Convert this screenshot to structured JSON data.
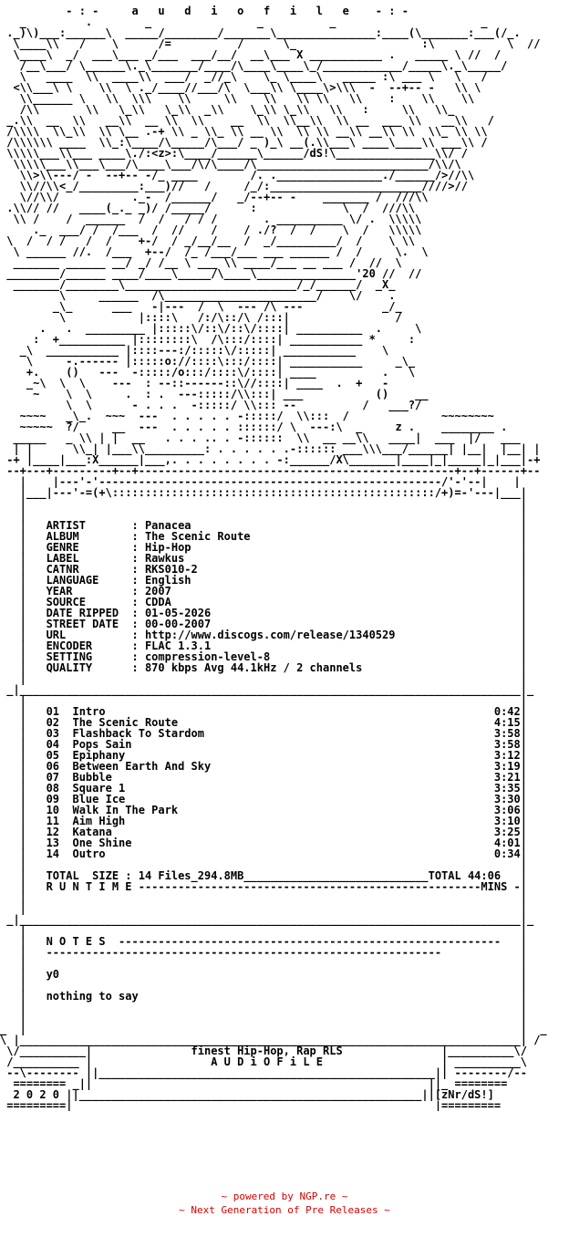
{
  "nfo": {
    "art_lines": [
      "          - : -     a   u   d   i   o   f   i   l   e    - : -",
      "   _         .        _                _          _                      _            _ _",
      " ._)\\)___:______\\  _____/________/_______\\_______________:____(\\_______:___(/_.",
      "  \\____\\\\   /    \\      /=          /      \\_                   :\\           \\  //  /",
      "  \\____\\  _/  ___\\___ _/___  ___/__/  __\\___ X ___________ .   _____ \\ //  /",
      "   /__\\___/ \\______\\._\\_______/____/\\____\\____\\_/____________/_____\\._\\_____/",
      "   \\   ____  \\\\  ____\\\\  ___/  _//_\\    \\_ \\____\\   _____ :\\ ___ \\   \\   /",
      "  <\\\\___\\ \\    \\\\  \\ ._/____//___/\\  \\___\\\\ \\____\\>\\\\\\  -  --+-- -   \\\\ \\",
      "   \\\\______ \\   \\\\  \\\\\\    \\\\     \\\\    \\\\   \\\\ \\\\   \\\\    :    \\\\    \\\\",
      "   /\\\\       \\\\   \\_\\\\   \\_\\\\  _\\\\    \\_\\\\ \\_\\\\   \\\\   :     \\\\   \\\\_",
      " _.\\\\  __  \\\\   __\\\\  __ \\\\  \\\\    __  \\\\  \\\\__\\\\  \\\\ __  ___ \\\\   __\\\\   /",
      " /\\\\\\\\  \\\\_\\\\  \\\\ \\__ .-+ \\\\ _ \\\\_ \\\\ __ \\\\  \\\\ \\\\ __\\\\ __\\\\ \\\\  \\\\_ \\\\ \\\\",
      " /\\\\\\\\\\\\ ____  \\\\_:\\____/\\_____/\\___/ _ )_\\ __(.\\\\___\\ ____\\____\\\\ ___\\\\ /",
      " \\\\\\\\\\___\\\\___ ____\\./:<z>:\\____/______\\______/dS!\\_______________\\\\/ /",
      "  \\\\\\\\\\___\\\\___\\___/\\____\\___/\\/\\____/\\__________________________/\\\\/\\",
      "   \\\\>\\\\---/ -  --+-- -/_ ____        /. .________________./______/>//\\\\",
      "   \\\\//\\\\<_/_________:___)//   /     /_/:_______________________////>//",
      "   \\//\\\\/           ._-  /______/   _/--+-- -    _______ /  ///\\\\",
      " .\\\\// //   ____(_._ _)/ /_____/      :             \\  /  ///\\\\",
      "  \\\\ /    /  ______  /  /   / / /       . __________ \\/ .  \\\\\\\\\\",
      "     ._  ___/ /  /___  /  //    /    / ./?  /  /    \\  /   \\\\\\\\\\",
      " \\  /  / /   /  /    +-/  / _/__/__  /  _/_________/  /    \\ \\\\",
      "  \\ ______ //.  /___  +--/  /_ /___/___ ___ ______ /  /     \\.  \\",
      "  _______ ______ __/ _/ /__ \\ ___ \\\\ ____/___ __ ___ /  //  \\",
      " ________/______ ____/____\\_____/\\____\\_______________'20 //  //",
      "  _______/________\\__________________________/_/______/  _X_",
      "         \\     ______  /\\_______________________/    \\/    .",
      "        _\\_      ___   -|---  /  \\  --- /\\ ---            _/_",
      "         \\           |::::\\   /:/\\::/\\ /:::|                /",
      "      .   .  _________ |:::::\\/::\\/::\\/::::| __________  .     \\",
      "     :  +__________ |::::::::\\  /\\:::/::::| ___________ *     :",
      "   _\\  ___________ |::::---:/:::::\\/:::::| ___________    \\",
      "    \\     -.------ |:::::o://::::\\:::/::::| ___________     _\\_",
      "    +.    ()   ---  -:::::/o:::/::::\\/::::| ____          .   \\",
      "    _~\\  \\  \\    ---  : --::------::\\//::::| ____  .  +   -",
      "     ~    \\  \\     .  : .  ---:::::/\\\\:::| ___           ()    __",
      "          \\  \\      - . . .  -:::::/ \\\\::: --          /   ___?/",
      "   ~~~~   _\\_.  ~~~  ---  . . . . . -:::::/  \\\\:::  /              ~~~~~~~~",
      "   ~~~~~  ?/     __  ---  . . . . . ::::::/ \\  ---:\\  _     z .    ________ .",
      "  _____   _ \\\\ | |  __   . . . .. . -::::::  \\\\  __ __\\\\   ____|  ___  |/   ___",
      "  | |      \\\\_| |___\\\\_________: . . . . . .-:::::: ___\\\\\\___/______| |__|  |__| |",
      " -+ |____|___:X______|___,. . . . . . . . -:______/X\\_______|____|_|_____|_|___|-+",
      " --+---+---------+--+------------------------------------------------+--+------+--",
      "   |    |---'-'----------------------------------------------------/'-'--|    |",
      "   |___|---'-=(+\\:::::::::::::::::::::::::::::::::::::::::::::::::/+)=-'---|___|"
    ],
    "info_labels": [
      "ARTIST",
      "ALBUM",
      "GENRE",
      "LABEL",
      "CATNR",
      "LANGUAGE",
      "YEAR",
      "SOURCE",
      "DATE RIPPED",
      "STREET DATE",
      "URL",
      "ENCODER",
      "SETTING",
      "QUALITY"
    ],
    "info_values": [
      "Panacea",
      "The Scenic Route",
      "Hip-Hop",
      "Rawkus",
      "RKS010-2",
      "English",
      "2007",
      "CDDA",
      "01-05-2026",
      "00-00-2007",
      "http://www.discogs.com/release/1340529",
      "FLAC 1.3.1",
      "compression-level-8",
      "870 kbps Avg 44.1kHz / 2 channels"
    ],
    "tracks": [
      {
        "no": "01",
        "title": "Intro",
        "time": "0:42"
      },
      {
        "no": "02",
        "title": "The Scenic Route",
        "time": "4:15"
      },
      {
        "no": "03",
        "title": "Flashback To Stardom",
        "time": "3:58"
      },
      {
        "no": "04",
        "title": "Pops Sain",
        "time": "3:58"
      },
      {
        "no": "05",
        "title": "Epiphany",
        "time": "3:12"
      },
      {
        "no": "06",
        "title": "Between Earth And Sky",
        "time": "3:19"
      },
      {
        "no": "07",
        "title": "Bubble",
        "time": "3:21"
      },
      {
        "no": "08",
        "title": "Square 1",
        "time": "3:35"
      },
      {
        "no": "09",
        "title": "Blue Ice",
        "time": "3:30"
      },
      {
        "no": "10",
        "title": "Walk In The Park",
        "time": "3:06"
      },
      {
        "no": "11",
        "title": "Aim High",
        "time": "3:10"
      },
      {
        "no": "12",
        "title": "Katana",
        "time": "3:25"
      },
      {
        "no": "13",
        "title": "One Shine",
        "time": "4:01"
      },
      {
        "no": "14",
        "title": "Outro",
        "time": "0:34"
      }
    ],
    "total_size_label": "TOTAL  SIZE : 14 Files_294.8MB",
    "total_time_label": "TOTAL 44:06",
    "runtime_label": "R U N T I M E",
    "mins_label": "MINS",
    "notes_title": "N O T E S",
    "notes_lines": [
      "y0",
      "",
      "nothing to say"
    ],
    "banner_line1": "finest Hip-Hop, Rap RLS",
    "banner_line2": "A U D i O F i L E",
    "year_label": "2 0 2 0",
    "group_tag": "[zNr/dS!]"
  },
  "footer": {
    "line1": "~ powered by NGP.re ~",
    "line2": "~ Next Generation of Pre Releases ~"
  },
  "colors": {
    "text": "#000000",
    "footer": "#d40000",
    "background": "#ffffff"
  }
}
